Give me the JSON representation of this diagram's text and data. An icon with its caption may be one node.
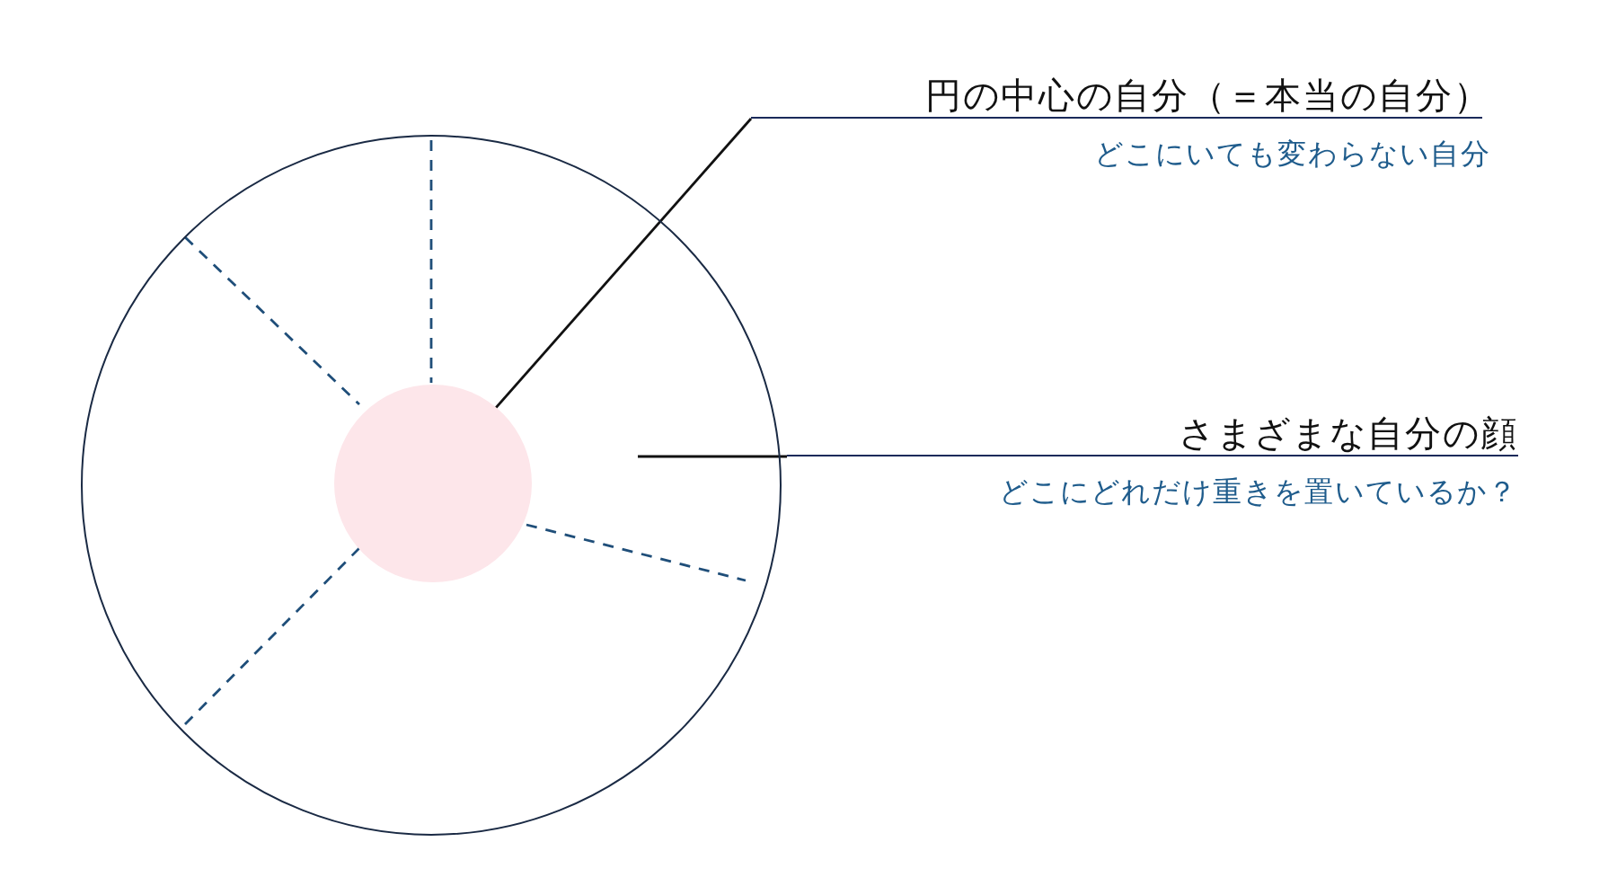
{
  "diagram": {
    "nodes": [
      {
        "text": [],
        "shape": "circle"
      },
      {
        "text": [],
        "shape": "circle",
        "in": 0
      },
      {
        "text": [
          "円の中心の自分（＝本当の自分）",
          "どこにいても変わらない自分"
        ]
      },
      {
        "text": [
          "さまざまな自分の顔",
          "どこにどれだけ重きを置いているか？"
        ]
      }
    ],
    "edges": [
      {
        "from": 2,
        "to": 1,
        "arrow": "none"
      },
      {
        "from": 3,
        "to": 0,
        "arrow": "none"
      }
    ]
  }
}
